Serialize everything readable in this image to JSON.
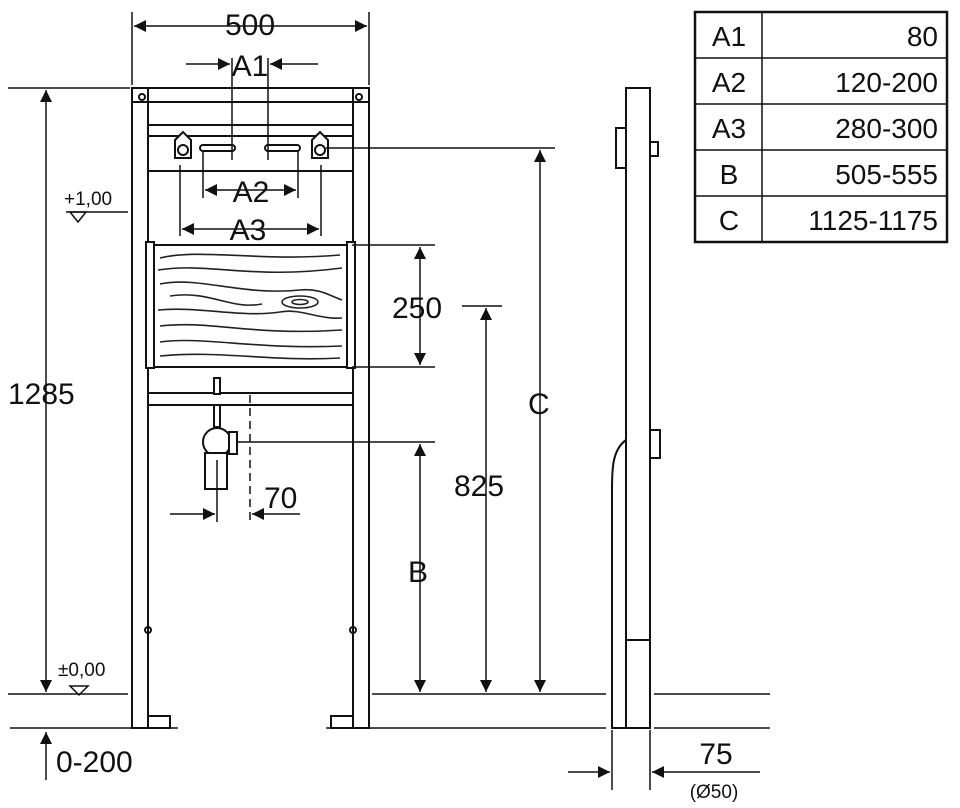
{
  "dimensions": {
    "width": "500",
    "a1": "A1",
    "a2": "A2",
    "a3": "A3",
    "height": "1285",
    "board": "250",
    "outlet": "825",
    "c": "C",
    "b": "B",
    "offset": "70",
    "floor_range": "0-200",
    "depth": "75",
    "pipe": "(Ø50)"
  },
  "levels": {
    "upper": "+1,00",
    "floor": "±0,00"
  },
  "table": {
    "rows": [
      {
        "key": "A1",
        "value": "80"
      },
      {
        "key": "A2",
        "value": "120-200"
      },
      {
        "key": "A3",
        "value": "280-300"
      },
      {
        "key": "B",
        "value": "505-555"
      },
      {
        "key": "C",
        "value": "1125-1175"
      }
    ]
  }
}
